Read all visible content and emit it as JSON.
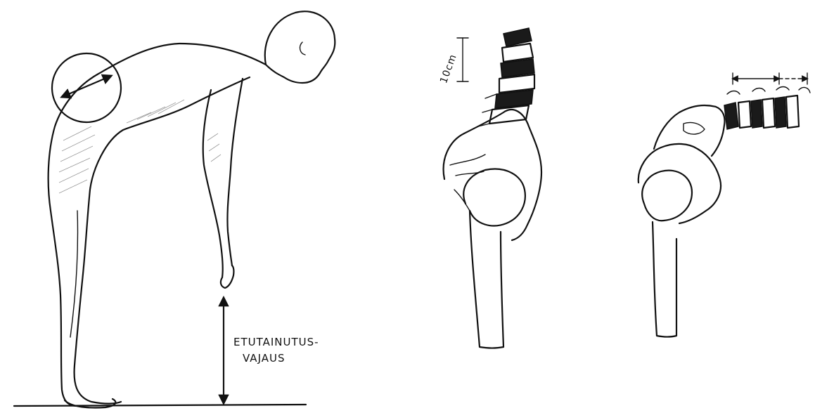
{
  "labels": {
    "forward_bend_line1": "ETUTAINUTUS-",
    "forward_bend_line2": "VAJAUS",
    "spine_measure": "10cm"
  },
  "colors": {
    "ink": "#111111",
    "background": "#ffffff"
  }
}
